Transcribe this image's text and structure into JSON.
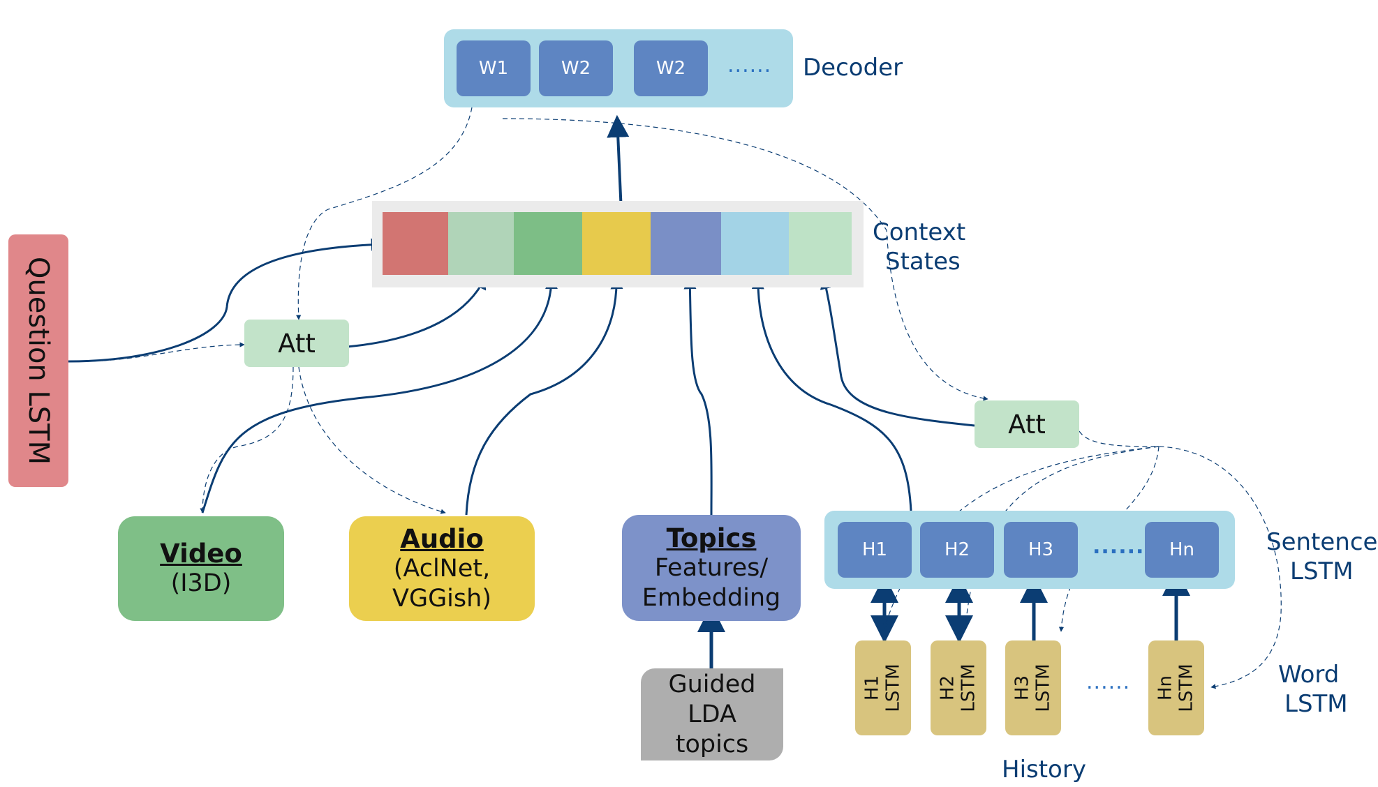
{
  "decoder": {
    "label": "Decoder",
    "words": [
      "W1",
      "W2",
      "W2"
    ],
    "ellipsis": "......"
  },
  "context": {
    "label_line1": "Context",
    "label_line2": "States",
    "cell_colors": [
      "#d27572",
      "#b0d4b8",
      "#7dbe86",
      "#e7ca4c",
      "#7a8fc6",
      "#a3d3e6",
      "#bee2c6"
    ]
  },
  "question": {
    "label": "Question LSTM"
  },
  "attention": {
    "left_label": "Att",
    "right_label": "Att"
  },
  "video": {
    "title": "Video",
    "subtitle": "(I3D)"
  },
  "audio": {
    "title": "Audio",
    "line1": "(AclNet,",
    "line2": "VGGish)"
  },
  "topics": {
    "title": "Topics",
    "line1": "Features/",
    "line2": "Embedding"
  },
  "lda": {
    "line1": "Guided",
    "line2": "LDA",
    "line3": "topics"
  },
  "sentence_lstm": {
    "label_line1": "Sentence",
    "label_line2": "LSTM",
    "units": [
      "H1",
      "H2",
      "H3",
      "Hn"
    ],
    "ellipsis": "......."
  },
  "word_lstm": {
    "label_line1": "Word",
    "label_line2": "LSTM",
    "units": [
      {
        "line1": "H1",
        "line2": "LSTM"
      },
      {
        "line1": "H2",
        "line2": "LSTM"
      },
      {
        "line1": "H3",
        "line2": "LSTM"
      },
      {
        "line1": "Hn",
        "line2": "LSTM"
      }
    ],
    "ellipsis": "......"
  },
  "history": {
    "label": "History"
  },
  "colors": {
    "arrow": "#0b3d73",
    "decoder_bg": "#aedbe8",
    "context_bg": "#ebebeb",
    "question_bg": "#e0878a",
    "att_bg": "#c2e3c9",
    "video_bg": "#7fbf87",
    "audio_bg": "#ebcf4f",
    "topics_bg": "#7d92c9",
    "lda_bg": "#aeaeae",
    "unit_bg": "#5e85c2",
    "word_lstm_bg": "#d8c47e"
  }
}
